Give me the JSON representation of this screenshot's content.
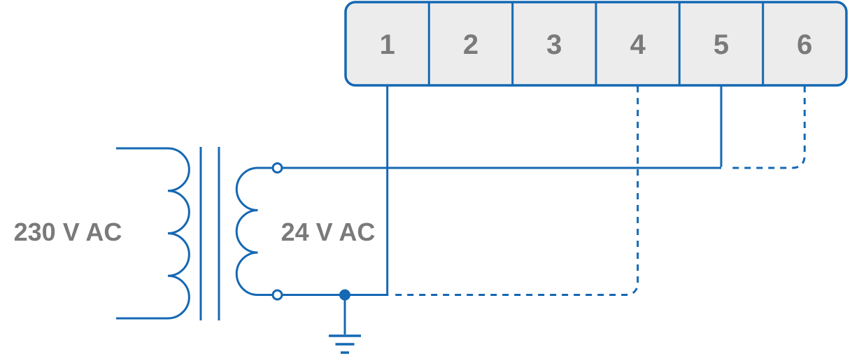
{
  "diagram": {
    "title": "transformer-to-terminal-block-wiring",
    "terminal_block": {
      "terminals": [
        "1",
        "2",
        "3",
        "4",
        "5",
        "6"
      ]
    },
    "labels": {
      "primary_voltage": "230 V AC",
      "secondary_voltage": "24 V AC"
    },
    "symbols": {
      "ground": "earth-ground-symbol",
      "transformer": "two-winding-transformer-with-core"
    },
    "connections": [
      {
        "style": "solid",
        "from": "terminal-1",
        "to": "secondary-bottom-wire"
      },
      {
        "style": "solid",
        "from": "terminal-5",
        "to": "secondary-top-terminal"
      },
      {
        "style": "dashed",
        "from": "terminal-4",
        "to": "secondary-bottom-wire"
      },
      {
        "style": "dashed",
        "from": "terminal-6",
        "to": "secondary-top-wire"
      },
      {
        "style": "solid",
        "from": "secondary-bottom-terminal",
        "to": "ground"
      }
    ],
    "colors": {
      "wire": "#1568b3",
      "block_fill": "#ececec",
      "block_border": "#1568b3",
      "label_text": "#7a7a7a"
    }
  }
}
